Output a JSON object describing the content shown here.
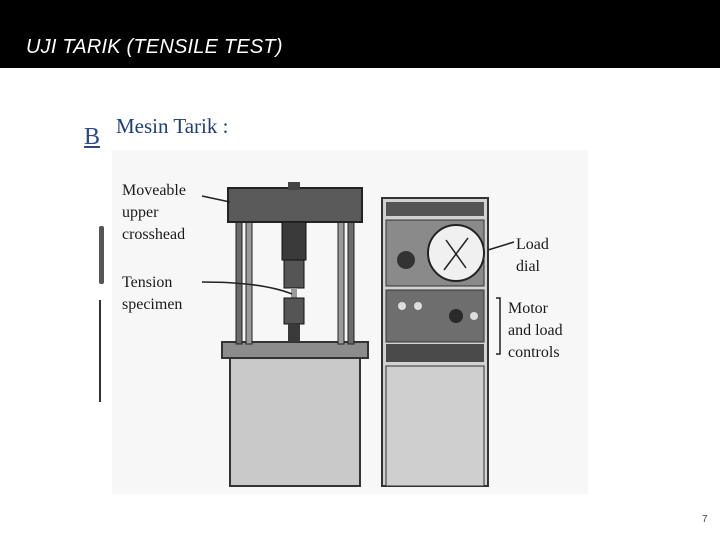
{
  "header": {
    "title": "UJI TARIK (TENSILE TEST)"
  },
  "slide": {
    "heading_fragment": "B",
    "figure": {
      "title": "Mesin Tarik :",
      "labels": {
        "crosshead": "Moveable\nupper\ncrosshead",
        "specimen": "Tension\nspecimen",
        "load_dial": "Load\ndial",
        "controls": "Motor\nand load\ncontrols"
      }
    }
  },
  "footer": {
    "page_number": "7"
  }
}
